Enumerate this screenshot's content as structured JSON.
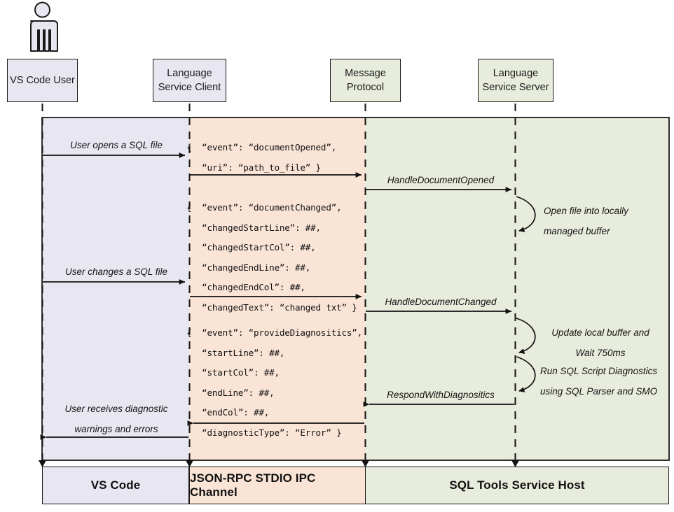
{
  "diagram": {
    "title": "SQL Tools Service language protocol sequence",
    "colors": {
      "lane_vscode": "#e8e6f0",
      "lane_ipc": "#fae4d6",
      "lane_host": "#e7ecdc",
      "stroke": "#1a1a1a",
      "text": "#111111"
    }
  },
  "actor": {
    "name": "vs-code-user-actor",
    "glyph": "person-icon"
  },
  "participants": [
    {
      "id": "vs-code-user",
      "lines": [
        "VS Code User"
      ],
      "style": "lavender"
    },
    {
      "id": "language-service-client",
      "lines": [
        "Language",
        "Service Client"
      ],
      "style": "lavender"
    },
    {
      "id": "message-protocol",
      "lines": [
        "Message",
        "Protocol"
      ],
      "style": "green"
    },
    {
      "id": "language-service-server",
      "lines": [
        "Language",
        "Service Server"
      ],
      "style": "green"
    }
  ],
  "messages": [
    {
      "id": "user-opens-file",
      "lines": [
        "User opens a SQL file"
      ],
      "from": "vs-code-user",
      "to": "language-service-client"
    },
    {
      "id": "handle-document-opened",
      "lines": [
        "HandleDocumentOpened"
      ],
      "from": "message-protocol",
      "to": "language-service-server"
    },
    {
      "id": "user-changes-file",
      "lines": [
        "User changes a SQL file"
      ],
      "from": "vs-code-user",
      "to": "language-service-client"
    },
    {
      "id": "handle-document-changed",
      "lines": [
        "HandleDocumentChanged"
      ],
      "from": "message-protocol",
      "to": "language-service-server"
    },
    {
      "id": "respond-with-diagnostics",
      "lines": [
        "RespondWithDiagnositics"
      ],
      "from": "language-service-server",
      "to": "message-protocol"
    },
    {
      "id": "user-receives-diagnostics",
      "lines": [
        "User receives diagnostic",
        "warnings and errors"
      ],
      "from": "language-service-client",
      "to": "vs-code-user"
    }
  ],
  "payloads": [
    {
      "id": "document-opened-payload",
      "text": "{  “event”: “documentOpened”,\n   “uri”: “path_to_file” }"
    },
    {
      "id": "document-changed-payload",
      "text": "{  “event”: “documentChanged”,\n   “changedStartLine”: ##,\n   “changedStartCol”: ##,\n   “changedEndLine”: ##,\n   “changedEndCol”: ##,\n   “changedText”: “changed txt” }"
    },
    {
      "id": "provide-diagnostics-payload",
      "text": "{  “event”: “provideDiagnositics”,\n   “startLine”: ##,\n   “startCol”: ##,\n   “endLine”: ##,\n   “endCol”: ##,\n   “diagnosticType”: “Error” }"
    }
  ],
  "notes": [
    {
      "id": "open-file-note",
      "lines": [
        "Open file into locally",
        "managed buffer"
      ]
    },
    {
      "id": "update-buffer-note",
      "lines": [
        "Update local buffer and",
        "Wait 750ms"
      ]
    },
    {
      "id": "run-diagnostics-note",
      "lines": [
        "Run SQL Script Diagnostics",
        "using SQL Parser and SMO"
      ]
    }
  ],
  "footer": [
    {
      "id": "footer-vs-code",
      "label": "VS Code",
      "style": "lavender"
    },
    {
      "id": "footer-ipc",
      "label": "JSON-RPC STDIO IPC Channel",
      "style": "orange"
    },
    {
      "id": "footer-host",
      "label": "SQL Tools Service Host",
      "style": "green"
    }
  ]
}
